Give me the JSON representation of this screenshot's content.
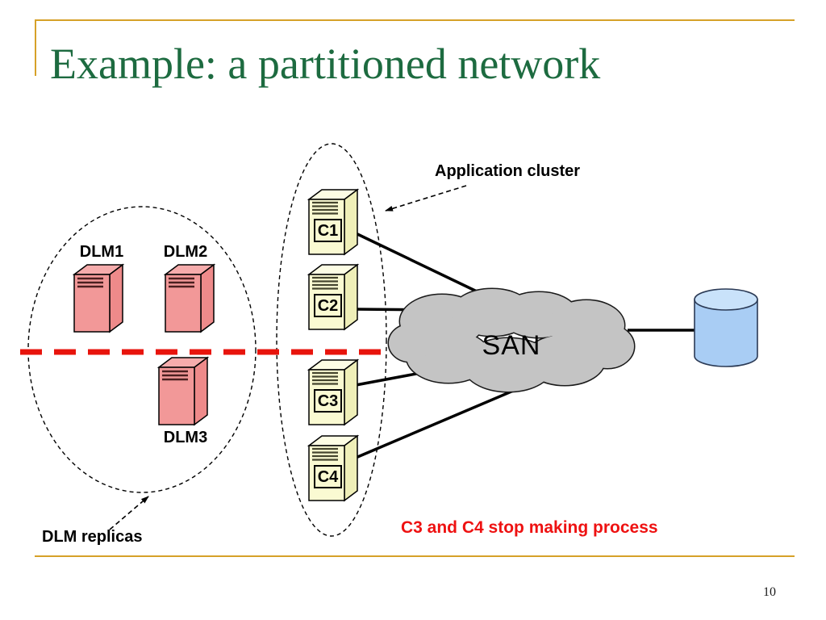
{
  "slide": {
    "title": "Example: a partitioned network",
    "page_number": "10",
    "annotation": "C3 and C4 stop making process"
  },
  "diagram": {
    "dlm_group": {
      "caption": "DLM replicas",
      "servers": [
        {
          "label": "DLM1"
        },
        {
          "label": "DLM2"
        },
        {
          "label": "DLM3"
        }
      ]
    },
    "app_cluster": {
      "caption": "Application cluster",
      "servers": [
        {
          "label": "C1"
        },
        {
          "label": "C2"
        },
        {
          "label": "C3"
        },
        {
          "label": "C4"
        }
      ]
    },
    "san_label": "SAN"
  },
  "colors": {
    "title_green": "#1D6B40",
    "accent_gold": "#D6A128",
    "partition_red": "#E8140C",
    "annotation_red": "#EE1111",
    "dlm_server_pink": "#F29898",
    "app_server_cream": "#FAFAD2",
    "cloud_gray": "#C4C4C4",
    "cylinder_blue": "#A9CDF4"
  }
}
